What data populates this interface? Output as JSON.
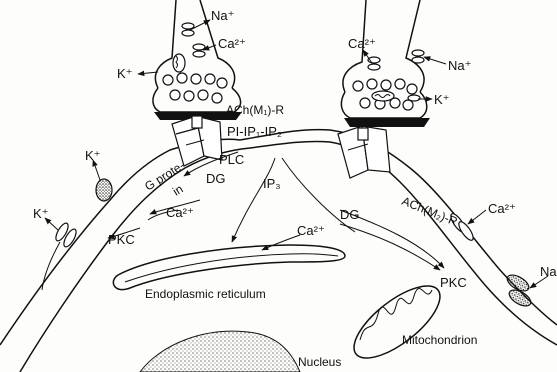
{
  "labels": {
    "na_left": "Na⁺",
    "ca_left": "Ca²⁺",
    "k_top_left": "K⁺",
    "receptor_m1": "ACh(M₁)-R",
    "ca_right": "Ca²⁺",
    "na_right": "Na⁺",
    "k_top_right": "K⁺",
    "pi_ip": "PI-IP₁-IP₂",
    "plc": "PLC",
    "g_protein_a": "G prote-",
    "g_protein_b": "in",
    "dg_left": "DG",
    "k_mid_left": "K⁺",
    "receptor_m2": "ACh(M₂)-R",
    "ip3": "IP₃",
    "ca_pkc": "Ca²⁺",
    "k_low_left": "K⁺",
    "pkc_left": "PKC",
    "ca_er": "Ca²⁺",
    "dg_right": "DG",
    "ca_membrane_right": "Ca²⁺",
    "pkc_right": "PKC",
    "na_edge": "Na",
    "er": "Endoplasmic reticulum",
    "mito": "Mitochondrion",
    "nucleus": "Nucleus"
  }
}
